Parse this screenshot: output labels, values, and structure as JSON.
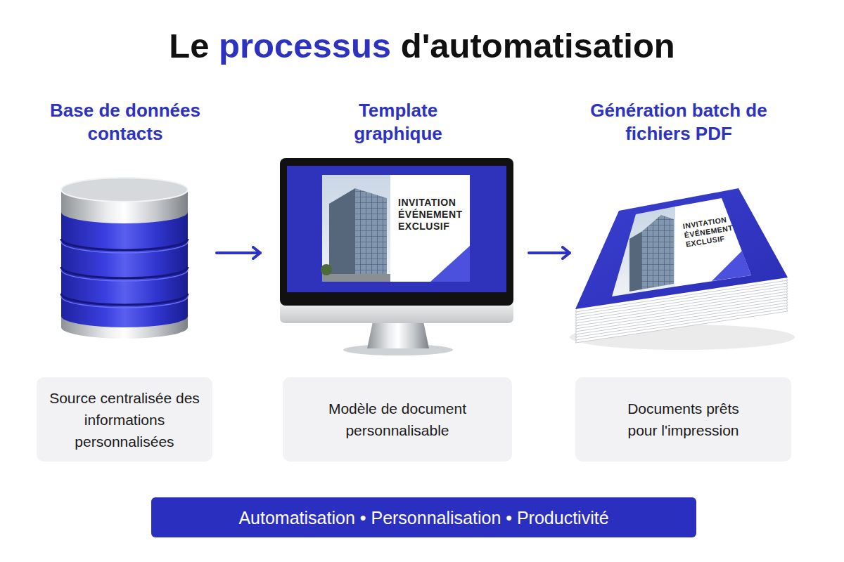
{
  "diagram": {
    "title": "Le processus d'automatisation",
    "nodes": [
      {
        "text": [
          "Base de données contacts",
          "Source centralisée des informations personnalisées"
        ]
      },
      {
        "text": [
          "Template graphique",
          "Modèle de document personnalisable"
        ]
      },
      {
        "text": [
          "Génération batch de fichiers PDF",
          "Documents prêts pour l'impression"
        ]
      },
      {
        "text": [
          "Automatisation • Personnalisation • Productivité"
        ]
      }
    ],
    "edges": [
      {
        "from": 0,
        "to": 1,
        "arrow": "to"
      },
      {
        "from": 1,
        "to": 2,
        "arrow": "to"
      }
    ],
    "labels": [
      "INVITATION ÉVÉNEMENT EXCLUSIF",
      "INVITATION ÉVÉNEMENT EXCLUSIF"
    ]
  }
}
